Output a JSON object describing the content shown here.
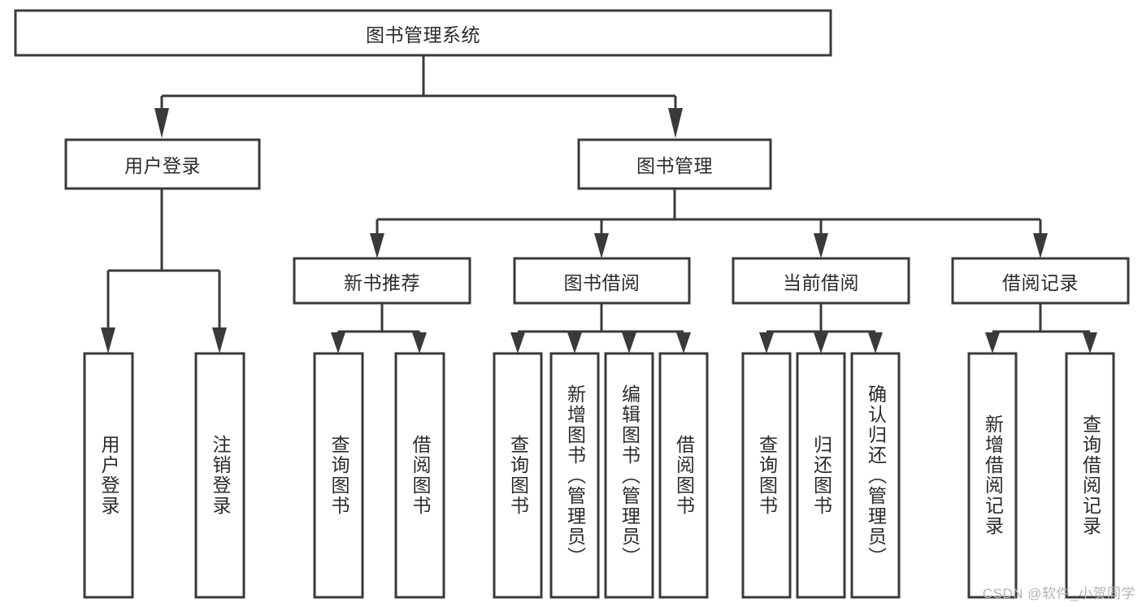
{
  "diagram": {
    "type": "tree-hierarchy-chart",
    "title_node": {
      "label": "图书管理系统"
    },
    "level2": [
      {
        "label": "用户登录"
      },
      {
        "label": "图书管理"
      }
    ],
    "level3": [
      {
        "label": "新书推荐"
      },
      {
        "label": "图书借阅"
      },
      {
        "label": "当前借阅"
      },
      {
        "label": "借阅记录"
      }
    ],
    "leaves": {
      "user_login": [
        {
          "label": "用户登录"
        },
        {
          "label": "注销登录"
        }
      ],
      "new_book_recommend": [
        {
          "label": "查询图书"
        },
        {
          "label": "借阅图书"
        }
      ],
      "book_borrow": [
        {
          "label": "查询图书"
        },
        {
          "label": "新增图书（管理员）"
        },
        {
          "label": "编辑图书（管理员）"
        },
        {
          "label": "借阅图书"
        }
      ],
      "current_borrow": [
        {
          "label": "查询图书"
        },
        {
          "label": "归还图书"
        },
        {
          "label": "确认归还（管理员）"
        }
      ],
      "borrow_record": [
        {
          "label": "新增借阅记录"
        },
        {
          "label": "查询借阅记录"
        }
      ]
    },
    "watermark": "CSDN @软件_小贺同学",
    "colors": {
      "stroke": "#3a3a3a",
      "fill": "#ffffff",
      "text": "#2b2b2b",
      "watermark": "#b4b4b4"
    }
  }
}
